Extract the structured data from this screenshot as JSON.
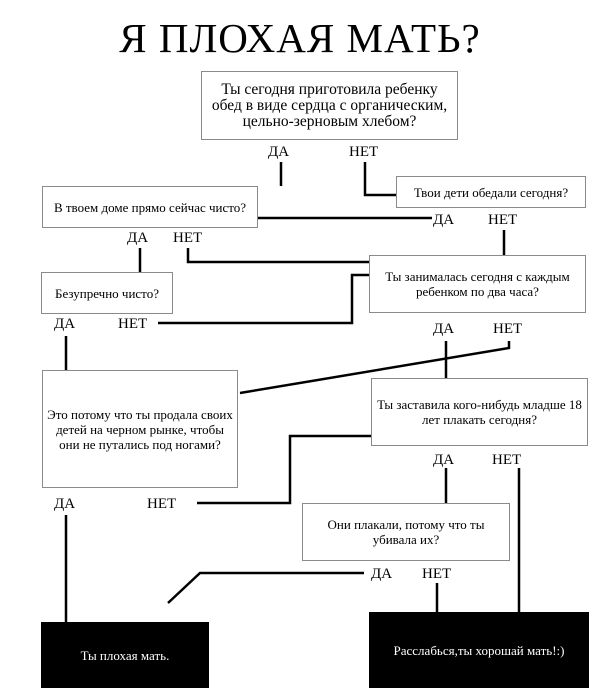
{
  "title": "Я ПЛОХАЯ МАТЬ?",
  "nodes": {
    "q1": "Ты сегодня приготовила ребенку обед в виде сердца с органическим, цельно-зерновым хлебом?",
    "q2": "В твоем доме прямо сейчас чисто?",
    "q3": "Твои дети обедали сегодня?",
    "q4": "Безупречно чисто?",
    "q5": "Ты занималась сегодня с каждым ребенком по два часа?",
    "q6": "Это потому что ты продала своих детей на черном рынке, чтобы они не путались под ногами?",
    "q7": "Ты заставила кого-нибудь младше 18 лет плакать сегодня?",
    "q8": "Они плакали, потому что ты убивала их?",
    "bad": "Ты плохая мать.",
    "good": "Расслабься,ты хорошай мать!:)"
  },
  "labels": {
    "yes": "ДА",
    "no": "НЕТ"
  }
}
